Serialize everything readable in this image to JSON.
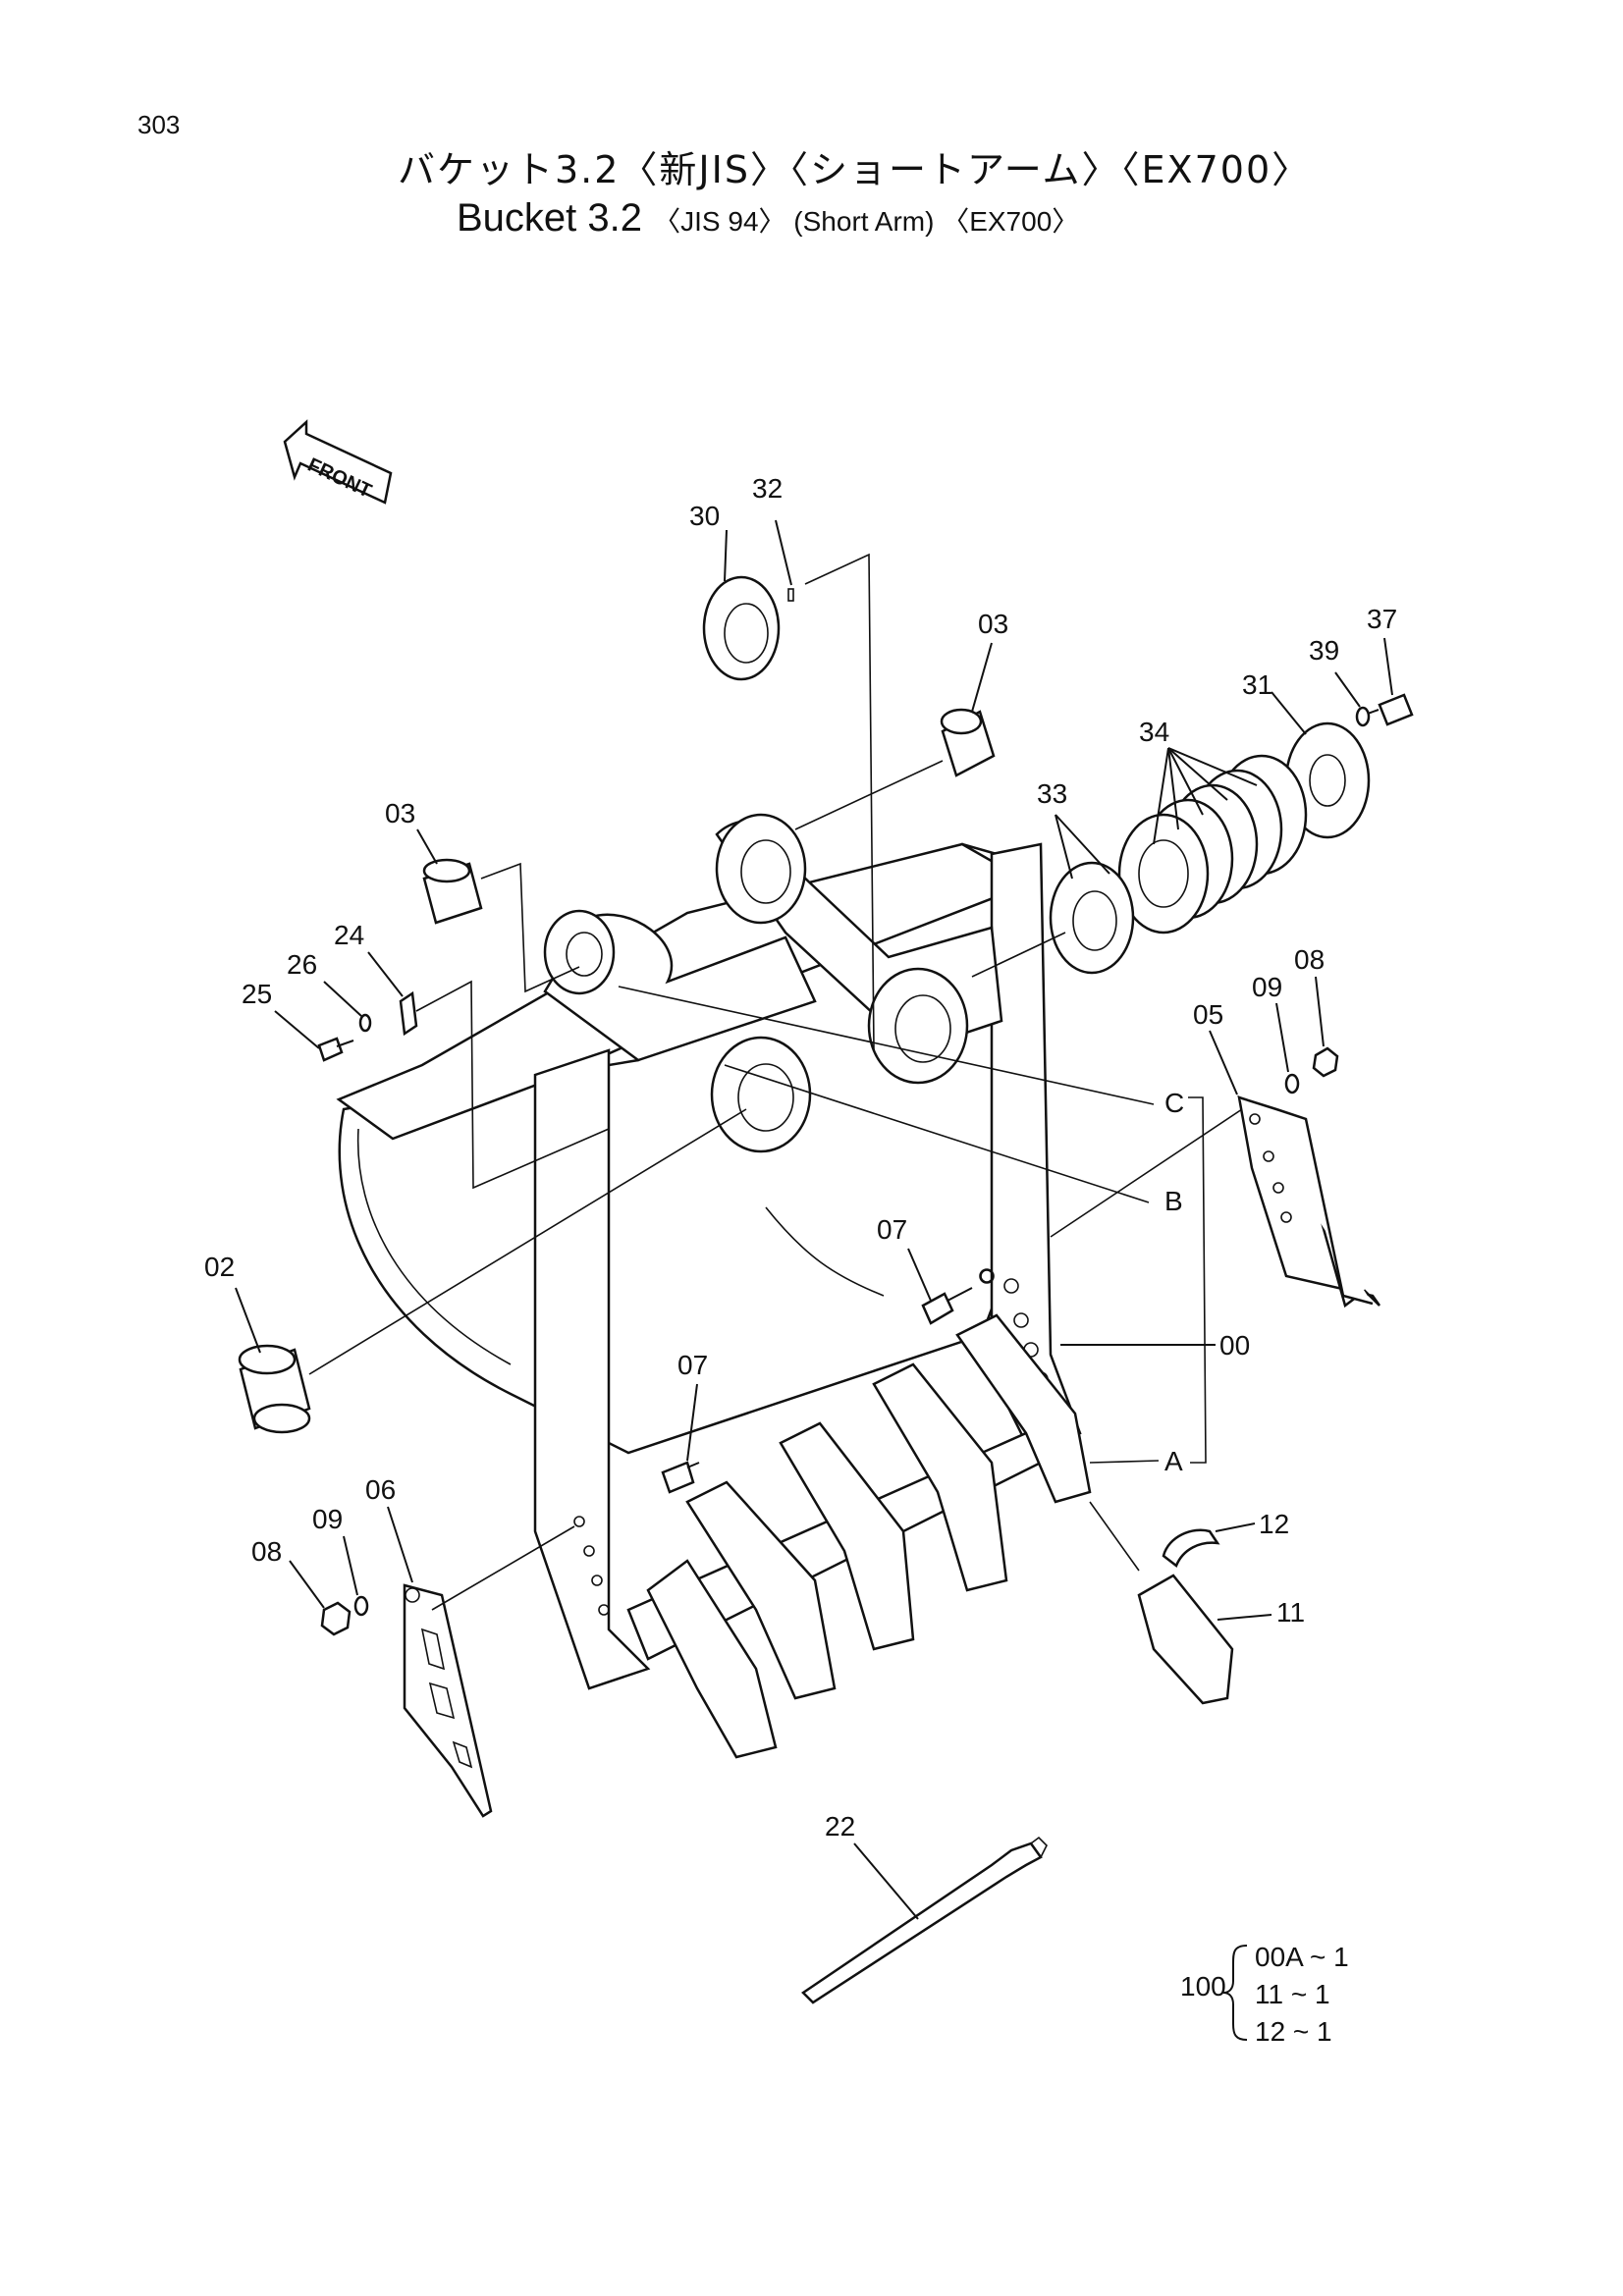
{
  "page_number": "303",
  "title_japanese": "バケット3.2〈新JIS〉〈ショートアーム〉〈EX700〉",
  "title_english": {
    "main": "Bucket 3.2",
    "qualifiers": "〈JIS 94〉 (Short Arm) 〈EX700〉"
  },
  "orientation_marker": "FRONT",
  "callouts": {
    "p30": "30",
    "p32": "32",
    "p03a": "03",
    "p03b": "03",
    "p37": "37",
    "p39": "39",
    "p31": "31",
    "p34": "34",
    "p33": "33",
    "p24": "24",
    "p26": "26",
    "p25": "25",
    "p08a": "08",
    "p09a": "09",
    "p05": "05",
    "refC": "C",
    "refB": "B",
    "refA": "A",
    "p02": "02",
    "p07a": "07",
    "p07b": "07",
    "p00": "00",
    "p06": "06",
    "p09b": "09",
    "p08b": "08",
    "p12": "12",
    "p11": "11",
    "p22": "22"
  },
  "kit": {
    "number": "100",
    "items": [
      "00A ~ 1",
      "11  ~ 1",
      "12  ~ 1"
    ]
  }
}
